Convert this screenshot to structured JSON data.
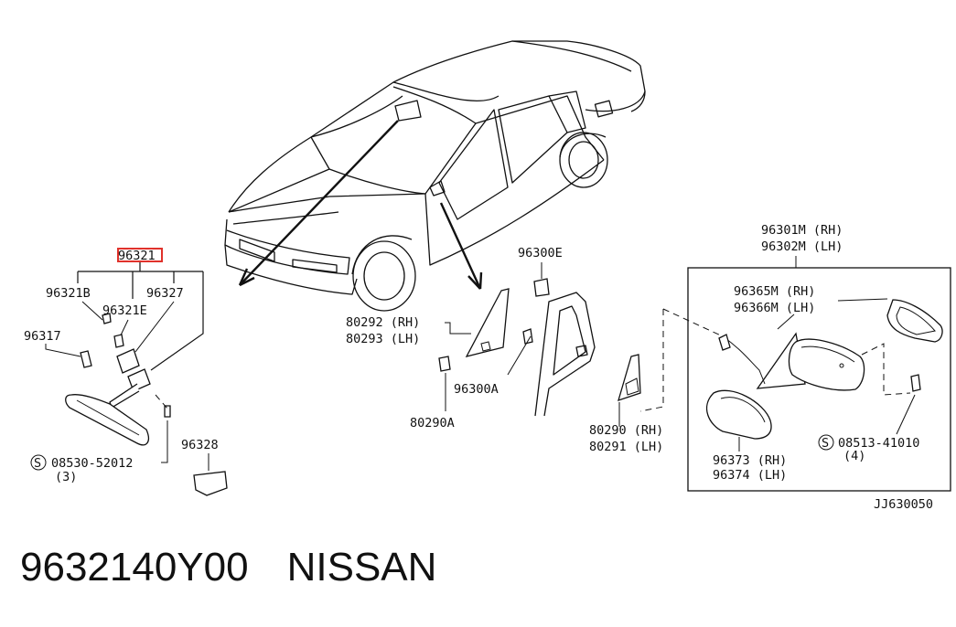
{
  "labels": {
    "p96321": "96321",
    "p96321B": "96321B",
    "p96321E": "96321E",
    "p96327": "96327",
    "p96317": "96317",
    "p08530": "08530-52012",
    "p08530_qty": "(3)",
    "p96328": "96328",
    "p96300E": "96300E",
    "p80292": "80292 (RH)",
    "p80293": "80293 (LH)",
    "p96300A": "96300A",
    "p80290A": "80290A",
    "p80290": "80290 (RH)",
    "p80291": "80291 (LH)",
    "p96301M": "96301M (RH)",
    "p96302M": "96302M (LH)",
    "p96365M": "96365M (RH)",
    "p96366M": "96366M (LH)",
    "p08513": "08513-41010",
    "p08513_qty": "(4)",
    "p96373": "96373 (RH)",
    "p96374": "96374 (LH)",
    "drawing_code": "JJ630050",
    "screw_symbol": "S"
  },
  "highlight": {
    "part": "96321",
    "color": "#e0322b"
  },
  "footer": {
    "part_number": "9632140Y00",
    "brand": "NISSAN"
  }
}
